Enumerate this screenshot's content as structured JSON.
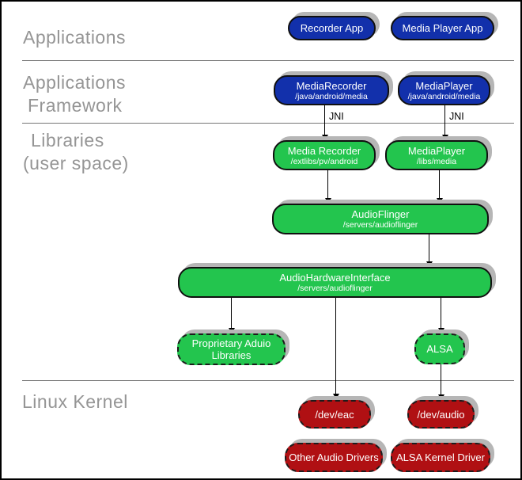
{
  "section_labels": {
    "applications": "Applications",
    "framework": [
      "Applications",
      "Framework"
    ],
    "libraries": [
      "Libraries",
      "(user space)"
    ],
    "kernel": "Linux Kernel"
  },
  "edge_labels": {
    "jni_recorder": "JNI",
    "jni_player": "JNI"
  },
  "nodes": {
    "recorder_app": {
      "title": "Recorder App"
    },
    "media_player_app": {
      "title": "Media Player App"
    },
    "media_recorder_framework": {
      "title": "MediaRecorder",
      "subtitle": "/java/android/media"
    },
    "media_player_framework": {
      "title": "MediaPlayer",
      "subtitle": "/java/android/media"
    },
    "media_recorder_library": {
      "title": "Media Recorder",
      "subtitle": "/extlibs/pv/android"
    },
    "media_player_library": {
      "title": "MediaPlayer",
      "subtitle": "/libs/media"
    },
    "audioflinger": {
      "title": "AudioFlinger",
      "subtitle": "/servers/audioflinger"
    },
    "audio_hardware_interface": {
      "title": "AudioHardwareInterface",
      "subtitle": "/servers/audioflinger"
    },
    "proprietary_audio_libraries": {
      "line1": "Proprietary Aduio",
      "line2": "Libraries"
    },
    "alsa": {
      "title": "ALSA"
    },
    "dev_eac": {
      "title": "/dev/eac"
    },
    "dev_audio": {
      "title": "/dev/audio"
    },
    "other_audio_drivers": {
      "title": "Other Audio Drivers"
    },
    "alsa_kernel_driver": {
      "title": "ALSA Kernel Driver"
    }
  },
  "colors": {
    "applications_blue": "#1230ab",
    "libraries_green": "#23c54e",
    "kernel_red": "#b01013",
    "shadow_gray": "#b6b6b6",
    "label_gray": "#959595"
  }
}
